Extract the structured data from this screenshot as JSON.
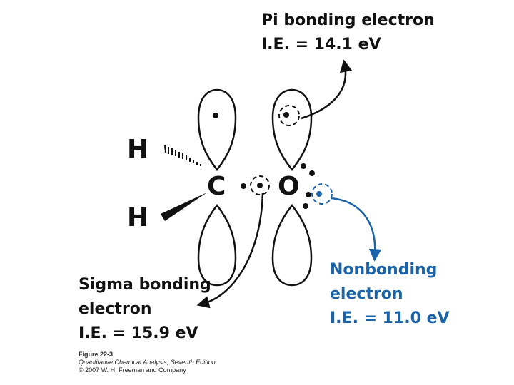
{
  "atoms": {
    "h_top": "H",
    "h_bottom": "H",
    "carbon": "C",
    "oxygen": "O"
  },
  "labels": {
    "pi": {
      "line1": "Pi bonding electron",
      "line2": "I.E. = 14.1 eV"
    },
    "nonbonding": {
      "line1": "Nonbonding",
      "line2": "electron",
      "line3": "I.E. = 11.0 eV"
    },
    "sigma": {
      "line1": "Sigma bonding",
      "line2": "electron",
      "line3": "I.E. = 15.9 eV"
    }
  },
  "caption": {
    "figure": "Figure 22-3",
    "book": "Quantitative Chemical Analysis, Seventh Edition",
    "copyright": "© 2007 W. H. Freeman and Company"
  },
  "colors": {
    "ink": "#111111",
    "accent_blue": "#1a63a8"
  }
}
